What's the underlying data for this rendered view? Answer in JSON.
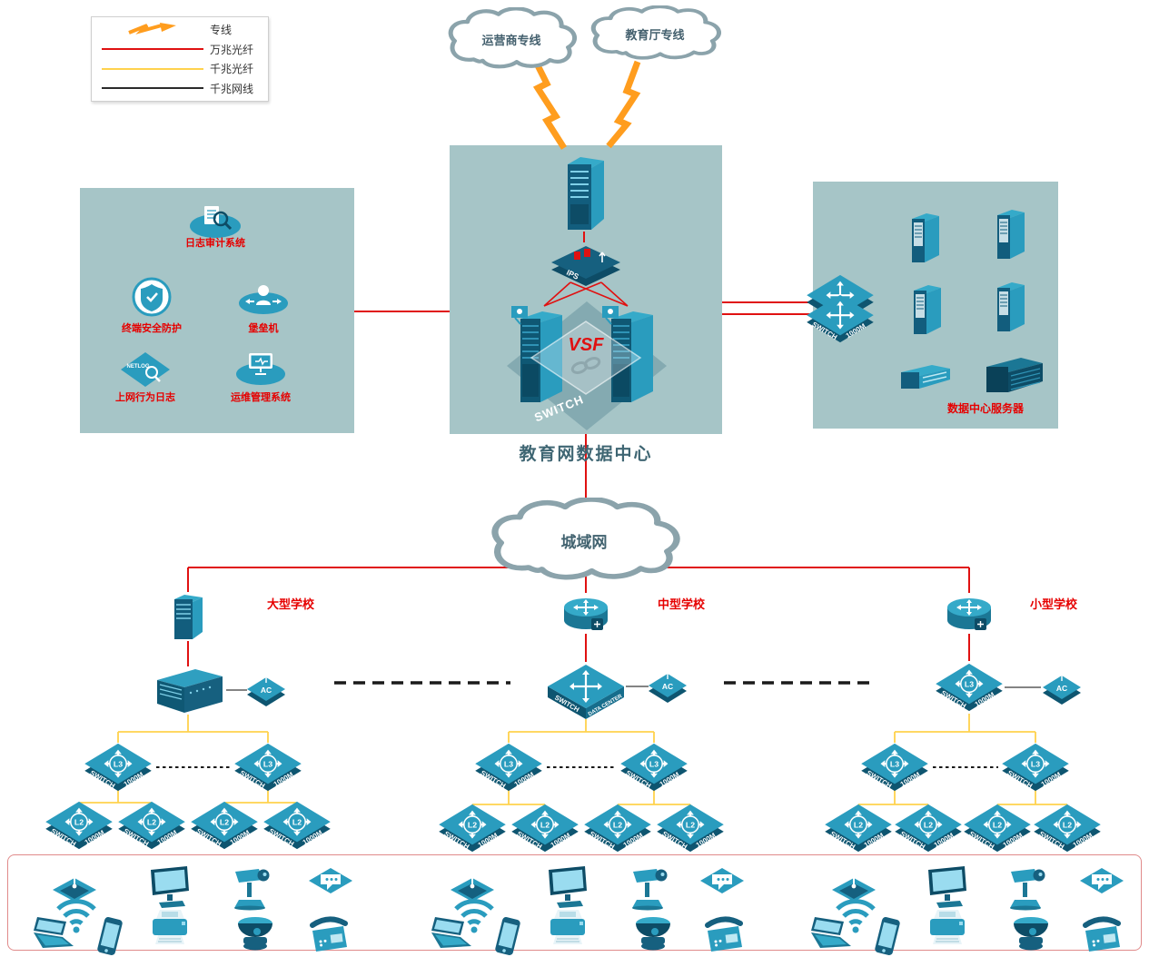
{
  "legend": {
    "items": [
      {
        "label": "专线",
        "style": "lightning",
        "color": "#ff9d1e"
      },
      {
        "label": "万兆光纤",
        "style": "line",
        "color": "#e01111"
      },
      {
        "label": "千兆光纤",
        "style": "line",
        "color": "#ffd24d"
      },
      {
        "label": "千兆网线",
        "style": "line",
        "color": "#2b2b2b"
      }
    ]
  },
  "clouds": {
    "operator": "运营商专线",
    "education": "教育厅专线",
    "man": "城域网"
  },
  "datacenter": {
    "title": "教育网数据中心",
    "vsf_label": "VSF",
    "switch_label": "SWITCH",
    "ips_label": "IPS"
  },
  "security_zone": {
    "items": [
      {
        "label": "日志审计系统"
      },
      {
        "label": "终端安全防护"
      },
      {
        "label": "堡垒机"
      },
      {
        "label": "上网行为日志"
      },
      {
        "label": "运维管理系统"
      }
    ],
    "netlog_text": "NETLOG"
  },
  "server_zone": {
    "label": "数据中心服务器"
  },
  "schools": {
    "large": "大型学校",
    "medium": "中型学校",
    "small": "小型学校"
  },
  "labels": {
    "switch": "SWITCH",
    "speed": "1000M",
    "l3": "L3",
    "l2": "L2",
    "ac": "AC",
    "data_center": "DATA CENTER"
  },
  "colors": {
    "line_10g_fiber": "#e01111",
    "line_1g_fiber": "#ffd24d",
    "line_1g_copper": "#2b2b2b",
    "lightning": "#ff9d1e",
    "zone_bg": "#a6c5c7",
    "device_teal": "#2a9cbe",
    "label_red": "#e60000"
  }
}
